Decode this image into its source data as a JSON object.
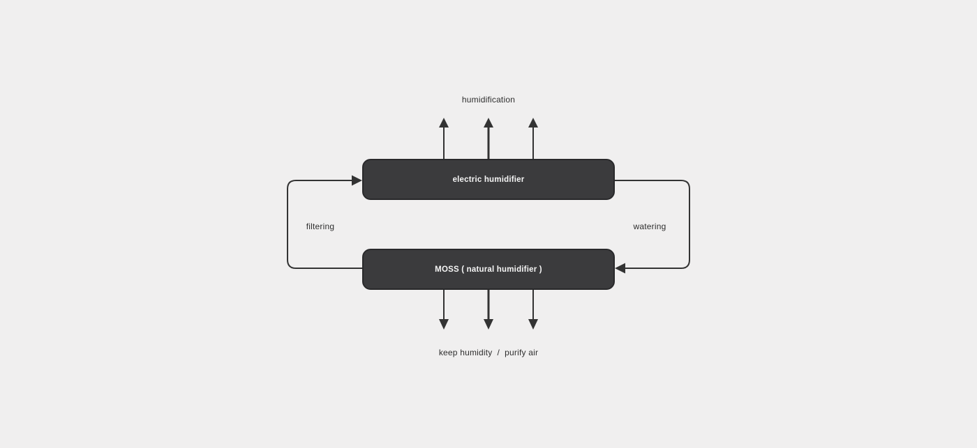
{
  "diagram": {
    "background_color": "#f0efef",
    "line_color": "#333333",
    "label_color": "#2d2d2d",
    "node_style": {
      "fill": "#3b3b3d",
      "border_color": "#29292b",
      "text_color": "#f5f5f5"
    },
    "nodes": [
      {
        "id": "electric-humidifier",
        "label": "electric humidifier"
      },
      {
        "id": "moss",
        "label": "MOSS ( natural humidifier )"
      }
    ],
    "edges": [
      {
        "id": "filtering",
        "label": "filtering",
        "from": "moss",
        "to": "electric-humidifier",
        "side": "left"
      },
      {
        "id": "watering",
        "label": "watering",
        "from": "electric-humidifier",
        "to": "moss",
        "side": "right"
      }
    ],
    "flows": [
      {
        "id": "humidification",
        "label": "humidification",
        "from": "electric-humidifier",
        "direction": "up",
        "arrow_count": 3
      },
      {
        "id": "keep-humidity-purify-air",
        "label": "keep humidity  /  purify air",
        "from": "moss",
        "direction": "down",
        "arrow_count": 3
      }
    ]
  }
}
